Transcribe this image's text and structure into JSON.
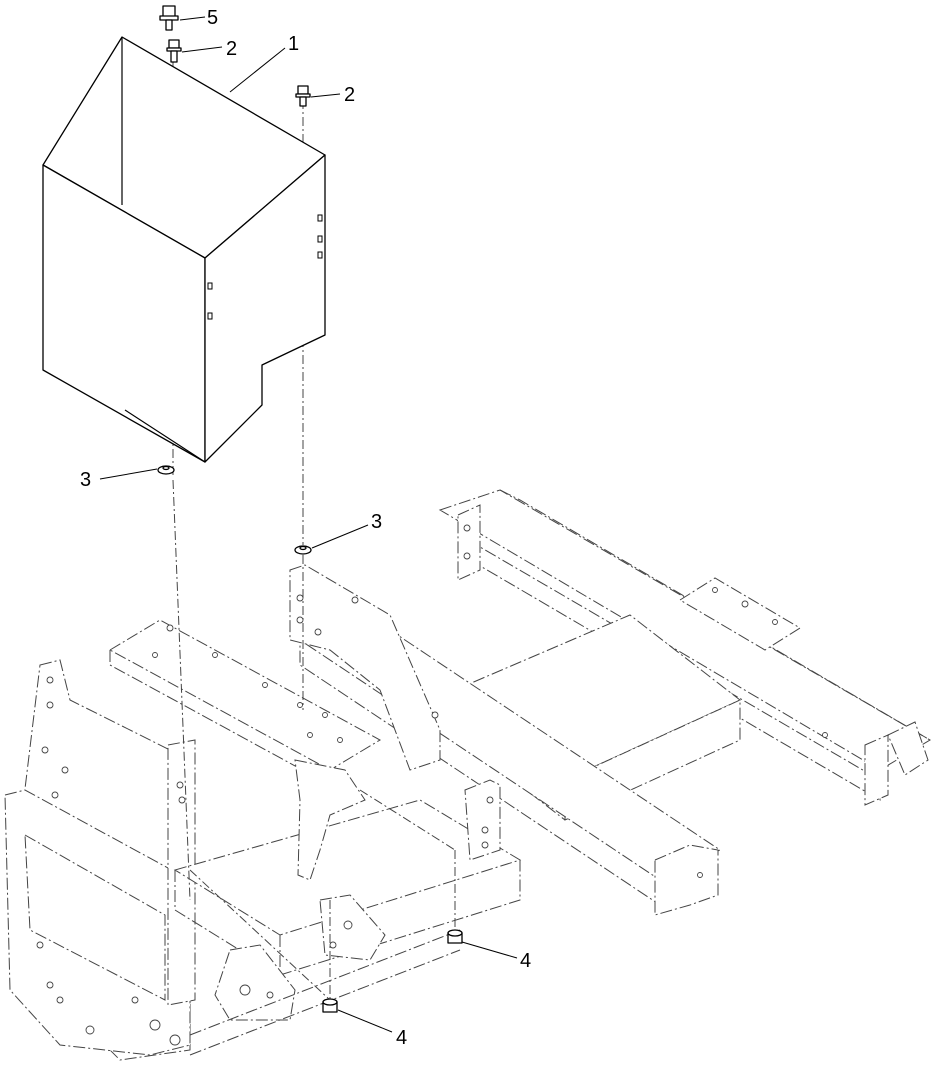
{
  "callouts": [
    {
      "id": "c5",
      "label": "5"
    },
    {
      "id": "c2a",
      "label": "2"
    },
    {
      "id": "c1",
      "label": "1"
    },
    {
      "id": "c2b",
      "label": "2"
    },
    {
      "id": "c3a",
      "label": "3"
    },
    {
      "id": "c3b",
      "label": "3"
    },
    {
      "id": "c4a",
      "label": "4"
    },
    {
      "id": "c4b",
      "label": "4"
    }
  ]
}
